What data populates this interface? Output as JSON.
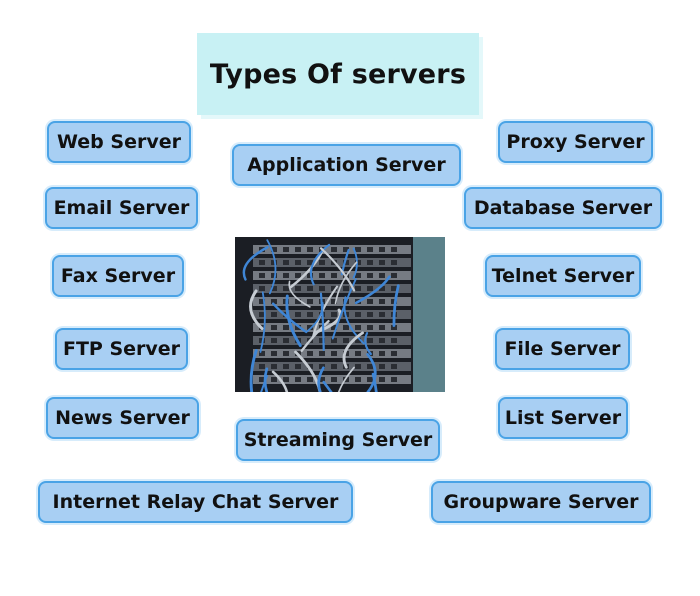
{
  "title": "Types Of servers",
  "servers": {
    "web": "Web Server",
    "application": "Application Server",
    "proxy": "Proxy Server",
    "email": "Email Server",
    "database": "Database Server",
    "fax": "Fax Server",
    "telnet": "Telnet Server",
    "ftp": "FTP Server",
    "file": "File Server",
    "news": "News Server",
    "list": "List Server",
    "streaming": "Streaming Server",
    "irc": "Internet Relay Chat Server",
    "groupware": "Groupware Server"
  },
  "colors": {
    "title_bg": "#c8f1f4",
    "pill_bg": "#a8cff3",
    "pill_border": "#4aa3e6",
    "cable_blue": "#3f86d6",
    "cable_grey": "#c6ccd3",
    "rack_dark": "#1b1e24"
  },
  "image": {
    "subject": "server-rack-photo"
  }
}
